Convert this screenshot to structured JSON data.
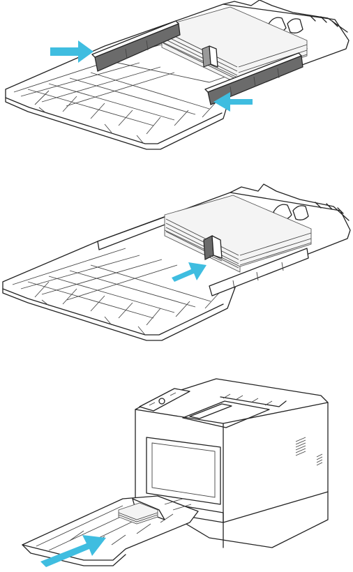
{
  "colors": {
    "arrow": "#3fbde0",
    "guide": "#6b6b6b",
    "outline": "#222222",
    "paper": "#f4f4f4"
  },
  "steps": [
    {
      "id": "squeeze-width-guides",
      "arrows": [
        "arrow-right",
        "arrow-left"
      ]
    },
    {
      "id": "slide-length-guide",
      "arrows": [
        "arrow-up-right"
      ]
    },
    {
      "id": "insert-tray-into-printer",
      "arrows": [
        "arrow-up-right"
      ]
    }
  ]
}
